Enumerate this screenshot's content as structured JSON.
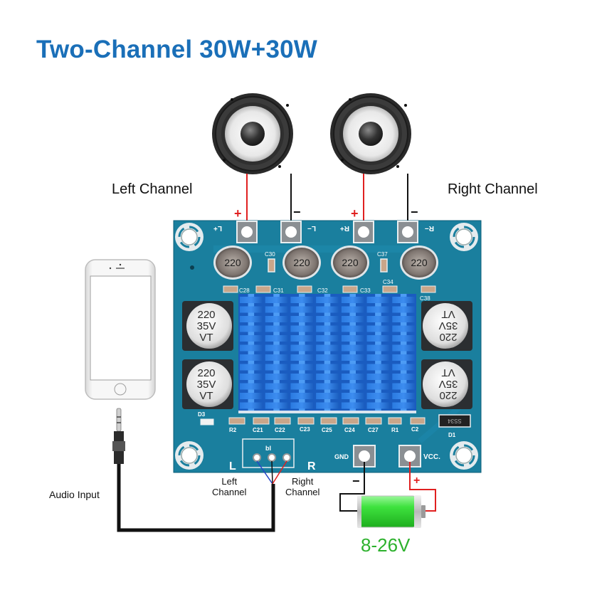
{
  "title": "Two-Channel 30W+30W",
  "labels": {
    "left_channel": "Left Channel",
    "right_channel": "Right Channel",
    "audio_input": "Audio Input",
    "left_channel_input": [
      "Left",
      "Channel"
    ],
    "right_channel_input": [
      "Right",
      "Channel"
    ],
    "supply_voltage": "8-26V"
  },
  "wire_polarity": {
    "positive": "+",
    "negative": "−"
  },
  "pcb": {
    "output_terminals": [
      "L+",
      "L−",
      "R+",
      "R−"
    ],
    "power_terminals": [
      "GND",
      "VCC."
    ],
    "input_header": {
      "label": "bI",
      "left": "L",
      "right": "R"
    },
    "inductors": [
      "220",
      "220",
      "220",
      "220"
    ],
    "capacitors_large": [
      {
        "lines": [
          "220",
          "35V",
          "VT"
        ]
      },
      {
        "lines": [
          "220",
          "35V",
          "VT"
        ]
      },
      {
        "lines": [
          "220",
          "35V",
          "VT"
        ]
      },
      {
        "lines": [
          "220",
          "35V",
          "VT"
        ]
      }
    ],
    "top_parts": [
      "C30",
      "C37",
      "C28",
      "C31",
      "C32",
      "C33",
      "C34",
      "C38"
    ],
    "bottom_parts": [
      "D3",
      "R2",
      "C21",
      "C22",
      "C23",
      "C25",
      "C24",
      "C27",
      "R1",
      "C2",
      "D1"
    ],
    "diode_marking": "SS34"
  },
  "colors": {
    "title": "#1a6fb8",
    "pcb": "#1a7f9e",
    "heatsink": "#1f6fd6",
    "positive_wire": "#e02020",
    "negative_wire": "#111111",
    "battery": "#33d633",
    "voltage_text": "#2db12d"
  }
}
